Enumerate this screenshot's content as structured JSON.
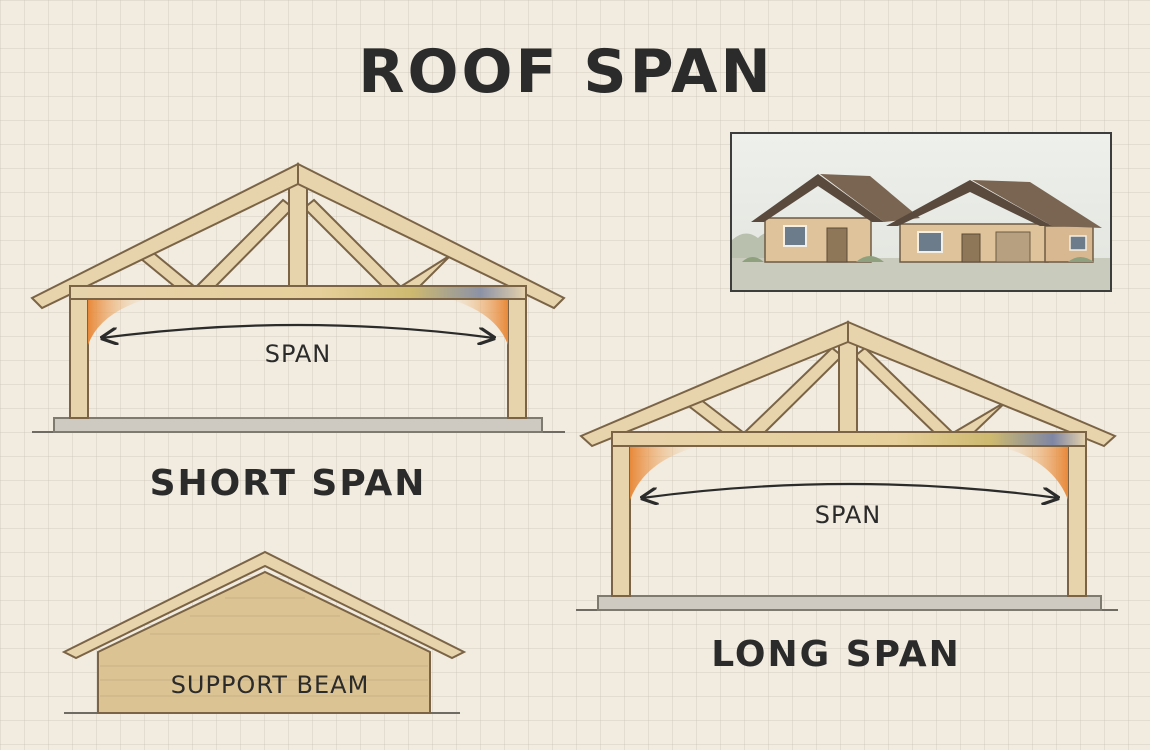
{
  "title": "ROOF SPAN",
  "short_truss": {
    "span_label": "SPAN",
    "caption": "SHORT SPAN"
  },
  "long_truss": {
    "span_label": "SPAN",
    "caption": "LONG SPAN"
  },
  "support_beam": {
    "label": "SUPPORT BEAM"
  },
  "house_scene": {
    "houses": 2
  },
  "colors": {
    "wood": "#e7d3ac",
    "wood_outline": "#7a6445",
    "stress_warm": "#e8893a",
    "stress_cool": "#6a76a8",
    "text": "#2b2b2b",
    "background": "#f1ebe0"
  }
}
